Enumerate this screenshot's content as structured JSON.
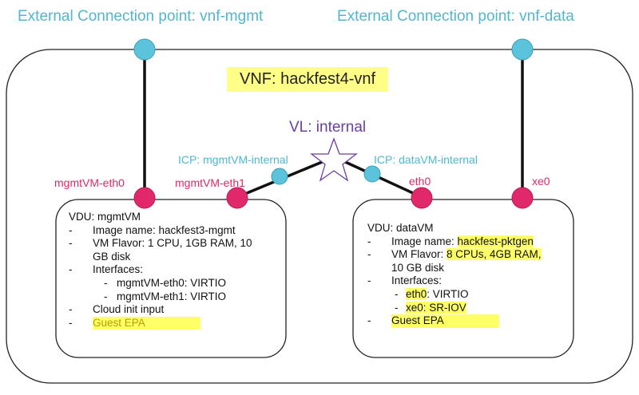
{
  "external_cps": [
    {
      "label": "External Connection point: vnf-mgmt"
    },
    {
      "label": "External Connection point: vnf-data"
    }
  ],
  "vnf": {
    "label": "VNF: hackfest4-vnf"
  },
  "vl": {
    "label": "VL: internal"
  },
  "icps": [
    {
      "label": "ICP: mgmtVM-internal"
    },
    {
      "label": "ICP: dataVM-internal"
    }
  ],
  "interfaces": {
    "mgmt_eth0": "mgmtVM-eth0",
    "mgmt_eth1": "mgmtVM-eth1",
    "data_eth0": "eth0",
    "data_xe0": "xe0"
  },
  "vdu_mgmt": {
    "title": "VDU: mgmtVM",
    "image": "Image name: hackfest3-mgmt",
    "flavor_1": "VM Flavor: 1 CPU, 1GB RAM, 10",
    "flavor_2": "GB disk",
    "interfaces": "Interfaces:",
    "if1": "mgmtVM-eth0: VIRTIO",
    "if2": "mgmtVM-eth1: VIRTIO",
    "cloud_init": "Cloud init input",
    "epa": "Guest EPA"
  },
  "vdu_data": {
    "title": "VDU: dataVM",
    "image_prefix": "Image name: ",
    "image_value": "hackfest-pktgen",
    "flavor_prefix": "VM Flavor: ",
    "flavor_value": "8 CPUs, 4GB RAM,",
    "flavor_2": "10 GB disk",
    "interfaces": "Interfaces:",
    "if1_name": "eth0",
    "if1_type": ": VIRTIO",
    "if2": "xe0: SR-IOV",
    "epa": "Guest EPA"
  },
  "colors": {
    "cyan": "#4fb8cf",
    "pink": "#e0286a",
    "highlight": "#ffff66",
    "vl_purple": "#6a3fa0"
  },
  "dash": "-"
}
